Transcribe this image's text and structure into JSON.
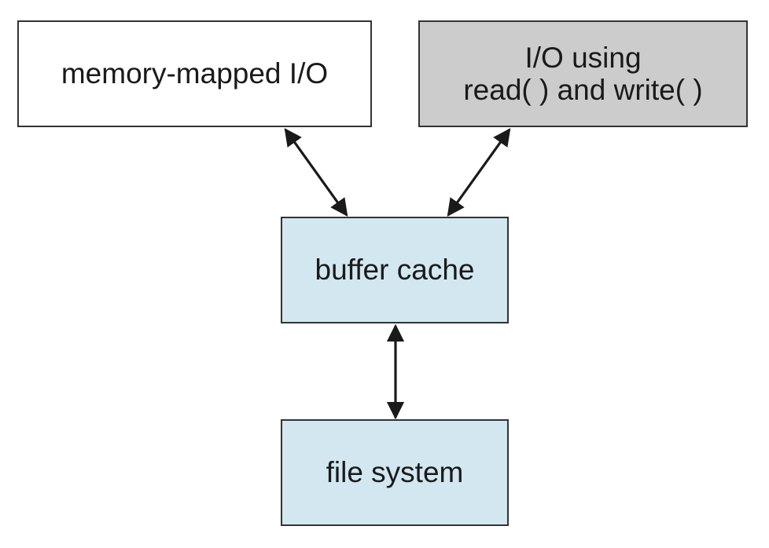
{
  "colors": {
    "node_white": "#ffffff",
    "node_gray": "#cccccc",
    "node_blue": "#d2e7f0",
    "stroke": "#333333",
    "arrow": "#1a1a1a"
  },
  "nodes": {
    "memory_mapped": {
      "line1": "memory-mapped I/O"
    },
    "io_read_write": {
      "line1": "I/O using",
      "line2": "read( ) and write( )"
    },
    "buffer_cache": {
      "line1": "buffer cache"
    },
    "file_system": {
      "line1": "file system"
    }
  },
  "edges": [
    {
      "from": "memory_mapped",
      "to": "buffer_cache",
      "direction": "both"
    },
    {
      "from": "io_read_write",
      "to": "buffer_cache",
      "direction": "both"
    },
    {
      "from": "buffer_cache",
      "to": "file_system",
      "direction": "both"
    }
  ]
}
